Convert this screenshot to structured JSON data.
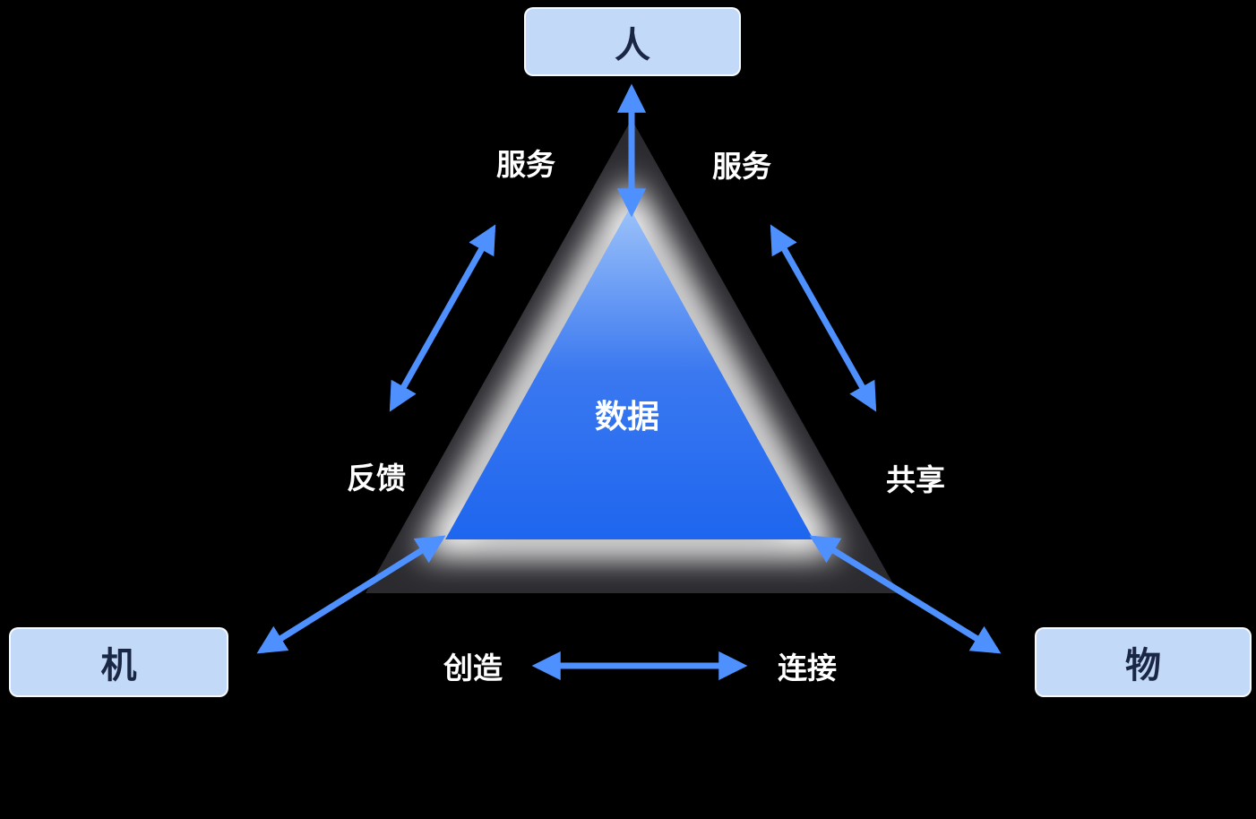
{
  "diagram": {
    "description": "Triangle relationship diagram among person, machine and thing with data at the center",
    "nodes": {
      "person": {
        "label": "人"
      },
      "machine": {
        "label": "机"
      },
      "thing": {
        "label": "物"
      }
    },
    "center": {
      "label": "数据"
    },
    "edge_labels": {
      "service_left": "服务",
      "service_right": "服务",
      "feedback": "反馈",
      "share": "共享",
      "create": "创造",
      "connect": "连接"
    },
    "colors": {
      "background": "#000000",
      "node_fill": "#c3d9f8",
      "node_text": "#1a2744",
      "arrow": "#4d90fe",
      "label_text": "#ffffff",
      "triangle_top": "#9cc2f9",
      "triangle_bottom": "#1e66ef",
      "glow": "#f2f2f2",
      "outer_triangle": "#2a2a2f"
    }
  }
}
